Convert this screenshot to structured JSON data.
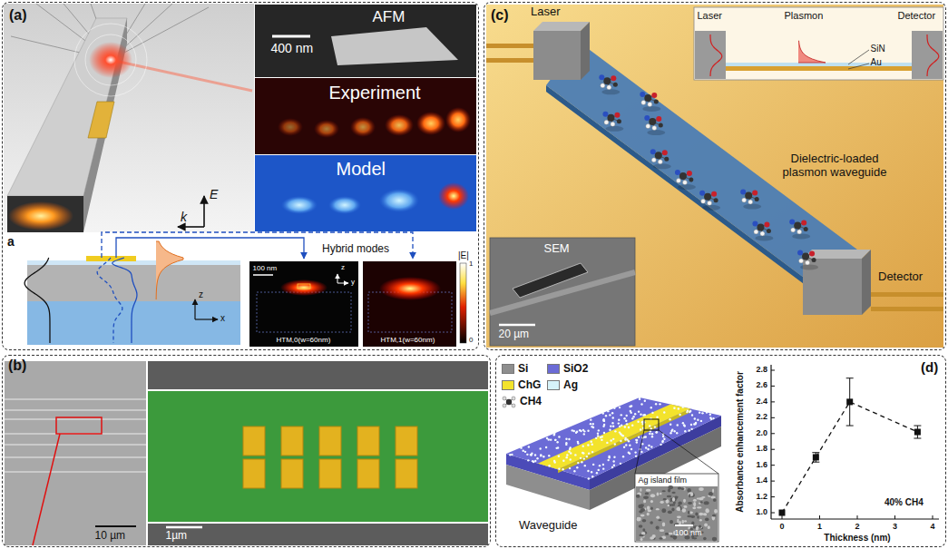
{
  "diagram": {
    "nodes": [
      {
        "text": [
          "(a)"
        ]
      },
      {
        "text": [
          "AFM",
          "400 nm"
        ],
        "in": 0
      },
      {
        "text": [
          "Experiment"
        ],
        "in": 0
      },
      {
        "text": [
          "Model"
        ],
        "in": 0
      },
      {
        "text": [
          "100 nm",
          "HTM,0(w=60nm)"
        ],
        "in": 0
      },
      {
        "text": [
          "HTM,1(w=60nm)"
        ],
        "in": 0
      },
      {
        "text": [
          "(c)"
        ]
      },
      {
        "text": [
          "Laser",
          "Plasmon",
          "Detector",
          "SiN",
          "Au"
        ],
        "in": 6
      },
      {
        "text": [
          "SEM",
          "20 µm"
        ],
        "in": 6
      },
      {
        "text": [
          "(b)"
        ]
      },
      {
        "text": [
          "10 µm"
        ],
        "in": 9
      },
      {
        "text": [
          "1µm"
        ],
        "in": 9
      },
      {
        "text": [
          "(d)"
        ]
      },
      {
        "text": [
          "Ag island film",
          "100 nm"
        ],
        "in": 12
      }
    ],
    "labels": [
      "Laser",
      "Detector",
      "Dielectric-loaded plasmon waveguide",
      "k",
      "E",
      "a",
      "Hybrid modes",
      "|E|",
      "1",
      "0",
      "z",
      "x",
      "z",
      "y",
      "Waveguide",
      "1.0",
      "1.2",
      "1.4",
      "1.6",
      "1.8",
      "2.0",
      "2.2",
      "2.4",
      "2.6",
      "2.8",
      "0",
      "1",
      "2",
      "3",
      "4",
      "Absorbance enhancement factor",
      "Thickness (nm)",
      "40% CH4"
    ],
    "legend": [
      {
        "text": "Si",
        "color": "#8e8e8e"
      },
      {
        "text": "SiO2",
        "color": "#6b6bd6"
      },
      {
        "text": "ChG",
        "color": "#f3e32c"
      },
      {
        "text": "Ag",
        "color": "#d6f3fa"
      },
      {
        "text": "CH4"
      }
    ]
  }
}
